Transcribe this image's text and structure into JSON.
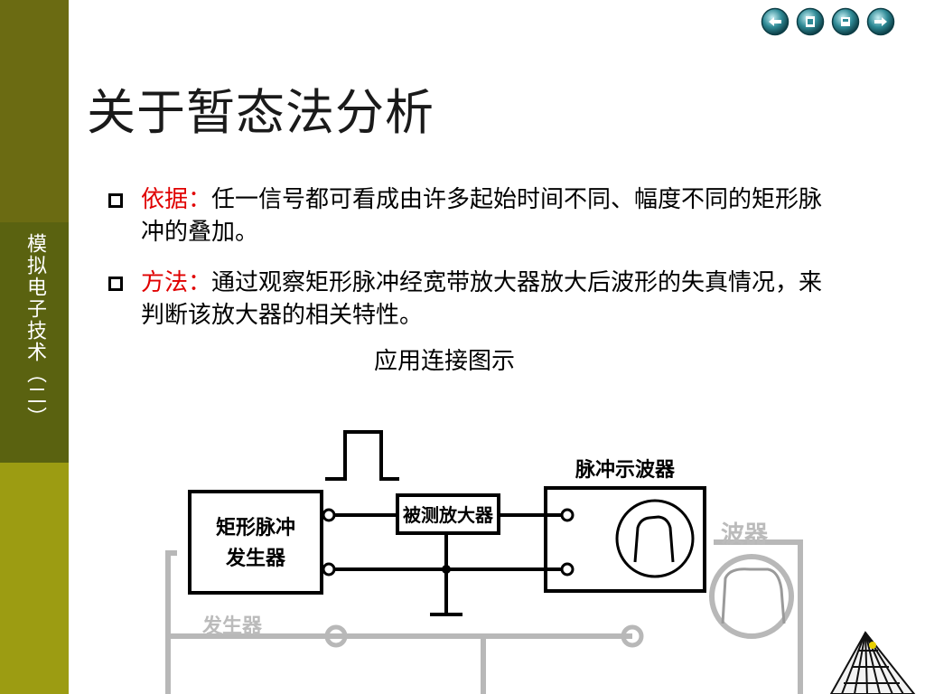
{
  "sidebar": {
    "course_title": "模拟电子技术（二）"
  },
  "nav": {
    "buttons": [
      "prev-icon",
      "home-icon",
      "stop-icon",
      "next-icon"
    ]
  },
  "title": "关于暂态法分析",
  "bullets": [
    {
      "label": "依据：",
      "text": "任一信号都可看成由许多起始时间不同、幅度不同的矩形脉冲的叠加。"
    },
    {
      "label": "方法：",
      "text": "通过观察矩形脉冲经宽带放大器放大后波形的失真情况，来判断该放大器的相关特性。"
    }
  ],
  "diagram": {
    "caption": "应用连接图示",
    "generator_line1": "矩形脉冲",
    "generator_line2": "发生器",
    "amplifier": "被测放大器",
    "oscilloscope": "脉冲示波器",
    "ghost_oscilloscope": "波器",
    "ghost_generator": "发生器"
  },
  "colors": {
    "sidebar_dark": "#6b6b12",
    "sidebar_mid": "#5a6210",
    "sidebar_light": "#9c9c12",
    "label_red": "#e00000",
    "nav_button": "#2f8a96"
  }
}
